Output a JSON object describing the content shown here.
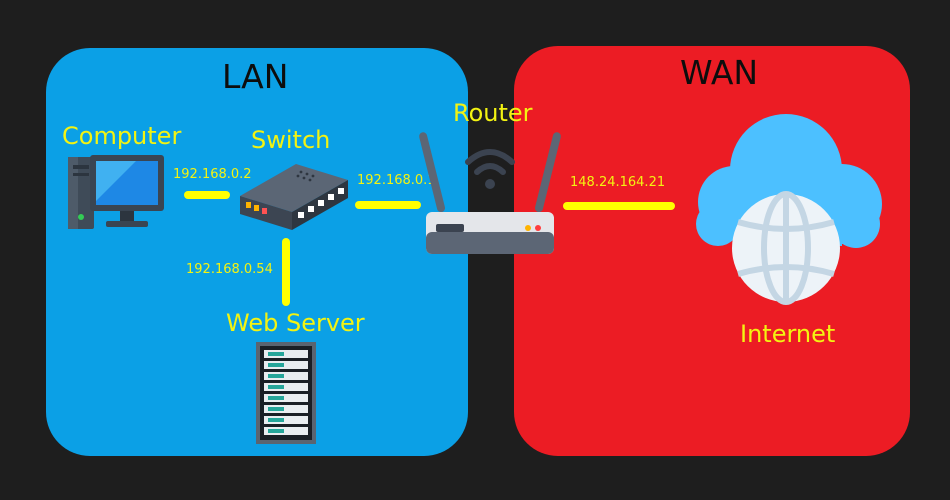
{
  "zones": {
    "lan": "LAN",
    "wan": "WAN"
  },
  "devices": {
    "computer": "Computer",
    "switch": "Switch",
    "router": "Router",
    "web_server": "Web Server",
    "internet": "Internet"
  },
  "ips": {
    "computer": "192.168.0.2",
    "router_lan": "192.168.0.1",
    "web_server": "192.168.0.54",
    "router_wan": "148.24.164.21"
  },
  "colors": {
    "background": "#1e1e1e",
    "lan": "#0ba0e6",
    "wan": "#ec1c24",
    "labels": "#f3f312",
    "links": "#ffff00"
  },
  "icons": [
    "computer-icon",
    "switch-icon",
    "router-icon",
    "server-icon",
    "cloud-globe-icon"
  ]
}
